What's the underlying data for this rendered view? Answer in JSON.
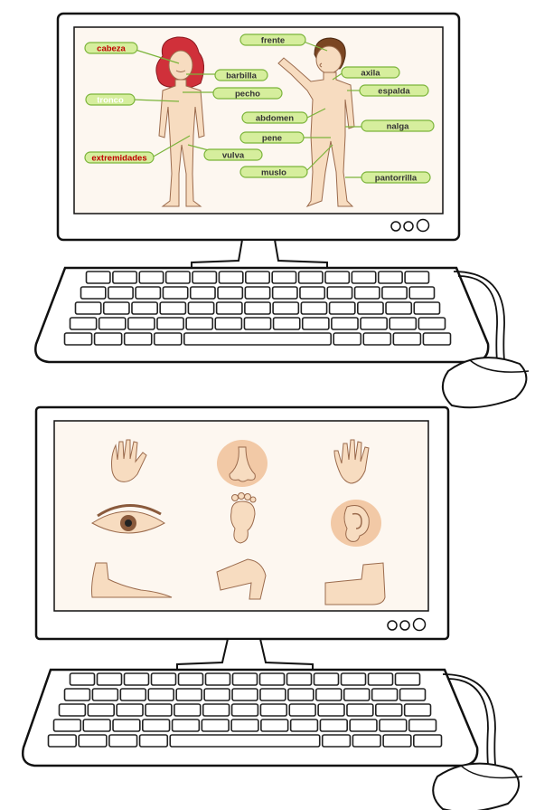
{
  "colors": {
    "label_fill": "#d6ee9d",
    "label_border": "#7bb43a",
    "label_text_green": "#ffffff",
    "label_text_dark": "#333333",
    "label_text_red": "#c00000",
    "skin": "#f7dcc0",
    "hair_girl": "#d0303a",
    "hair_boy": "#7a4522",
    "screen_bg": "#fdf7f0"
  },
  "computer_top": {
    "labels": {
      "cabeza": "cabeza",
      "tronco": "tronco",
      "extremidades": "extremidades",
      "frente": "frente",
      "barbilla": "barbilla",
      "pecho": "pecho",
      "axila": "axila",
      "espalda": "espalda",
      "abdomen": "abdomen",
      "nalga": "nalga",
      "pene": "pene",
      "vulva": "vulva",
      "muslo": "muslo",
      "pantorrilla": "pantorrilla"
    }
  },
  "computer_bottom": {
    "cards": [
      {
        "icon": "hand-icon"
      },
      {
        "icon": "nose-icon"
      },
      {
        "icon": "hand-icon"
      },
      {
        "icon": "eye-icon"
      },
      {
        "icon": "foot-sole-icon"
      },
      {
        "icon": "ear-icon"
      },
      {
        "icon": "foot-icon"
      },
      {
        "icon": "knee-icon"
      },
      {
        "icon": "elbow-icon"
      }
    ]
  }
}
